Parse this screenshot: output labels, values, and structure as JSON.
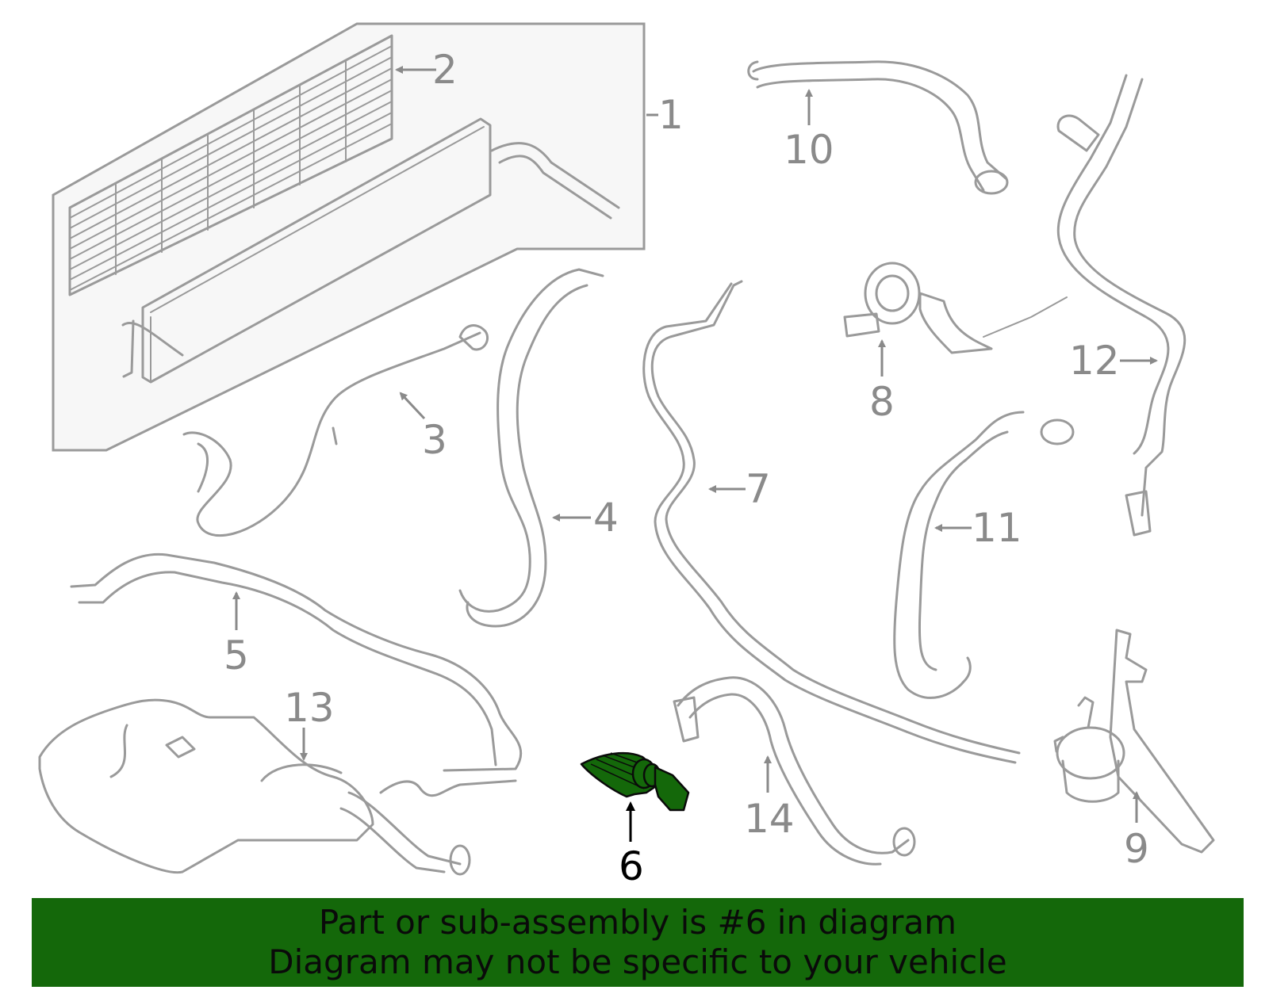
{
  "diagram": {
    "highlight_color": "#14680a",
    "line_color": "#9a9a9a",
    "callouts": [
      {
        "id": "1",
        "label": "1"
      },
      {
        "id": "2",
        "label": "2"
      },
      {
        "id": "3",
        "label": "3"
      },
      {
        "id": "4",
        "label": "4"
      },
      {
        "id": "5",
        "label": "5"
      },
      {
        "id": "6",
        "label": "6",
        "highlighted": true
      },
      {
        "id": "7",
        "label": "7"
      },
      {
        "id": "8",
        "label": "8"
      },
      {
        "id": "9",
        "label": "9"
      },
      {
        "id": "10",
        "label": "10"
      },
      {
        "id": "11",
        "label": "11"
      },
      {
        "id": "12",
        "label": "12"
      },
      {
        "id": "13",
        "label": "13"
      },
      {
        "id": "14",
        "label": "14"
      }
    ]
  },
  "banner": {
    "line1": "Part or sub-assembly is #6 in diagram",
    "line2": "Diagram may not be specific to your vehicle",
    "background": "#14680a"
  }
}
